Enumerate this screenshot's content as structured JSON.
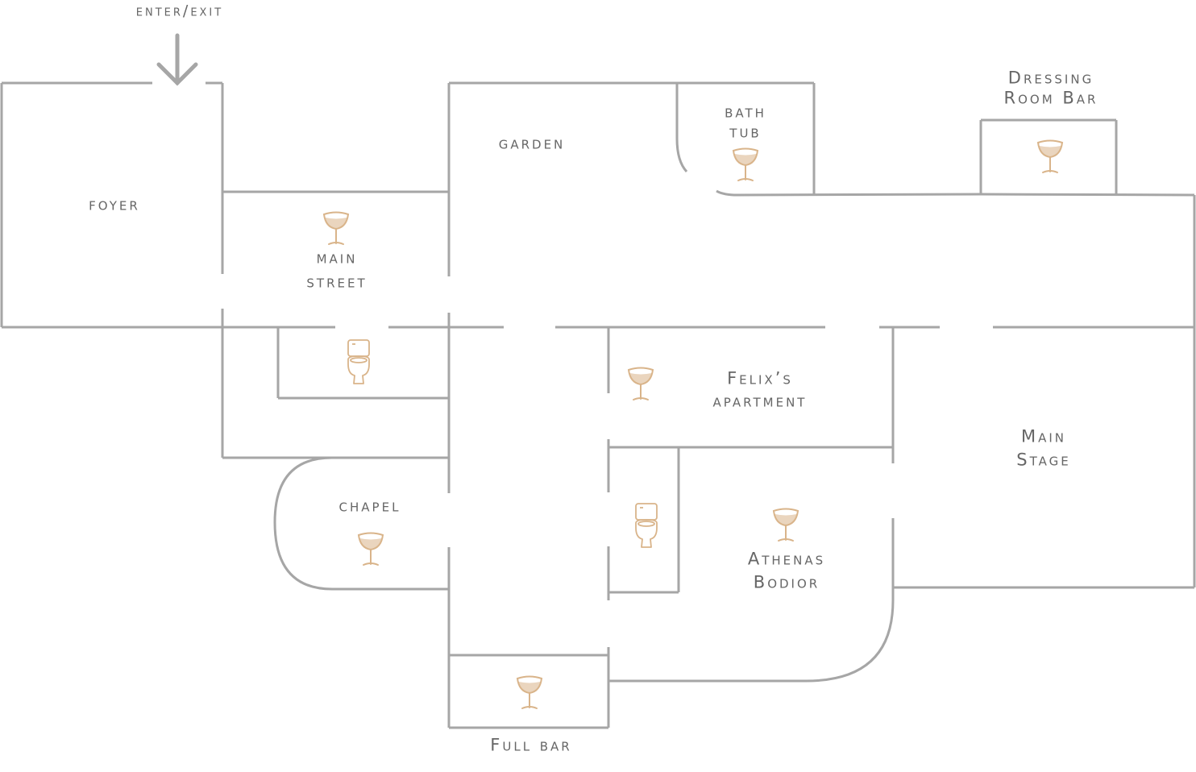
{
  "colors": {
    "wall": "#a6a6a6",
    "icon": "#d9b48a",
    "label": "#666666"
  },
  "labels": {
    "enter_exit": "ENTER/EXIT",
    "foyer": "FOYER",
    "garden": "GARDEN",
    "bath_tub": [
      "BATH",
      "TUB"
    ],
    "dressing_room_bar": [
      "Dressing",
      "Room Bar"
    ],
    "main_street": [
      "MAIN",
      "STREET"
    ],
    "felixs_apartment": [
      "Felix’s",
      "apartment"
    ],
    "main_stage": [
      "Main",
      "Stage"
    ],
    "chapel": "CHAPEL",
    "athenas_bodior": [
      "Athenas",
      "Bodior"
    ],
    "full_bar": "Full bar"
  },
  "icons": {
    "bar": "cocktail-glass-icon",
    "restroom": "toilet-icon",
    "entrance": "down-arrow-icon"
  }
}
